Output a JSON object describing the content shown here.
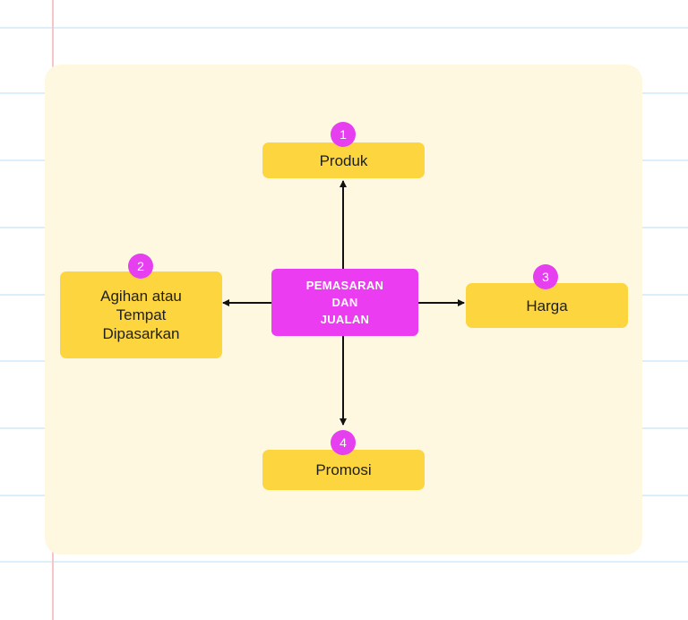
{
  "diagram": {
    "center": {
      "label": "PEMASARAN\nDAN\nJUALAN"
    },
    "nodes": [
      {
        "id": "produk",
        "number": "1",
        "label": "Produk"
      },
      {
        "id": "agihan",
        "number": "2",
        "label": "Agihan atau\nTempat\nDipasarkan"
      },
      {
        "id": "harga",
        "number": "3",
        "label": "Harga"
      },
      {
        "id": "promosi",
        "number": "4",
        "label": "Promosi"
      }
    ]
  },
  "colors": {
    "center_fill": "#ec3cf2",
    "node_fill": "#fcd53f",
    "badge_fill": "#e53ff0",
    "panel_fill": "#fff8e1",
    "ruled_line": "#dbeefa",
    "margin_line": "#f6c6c6"
  }
}
